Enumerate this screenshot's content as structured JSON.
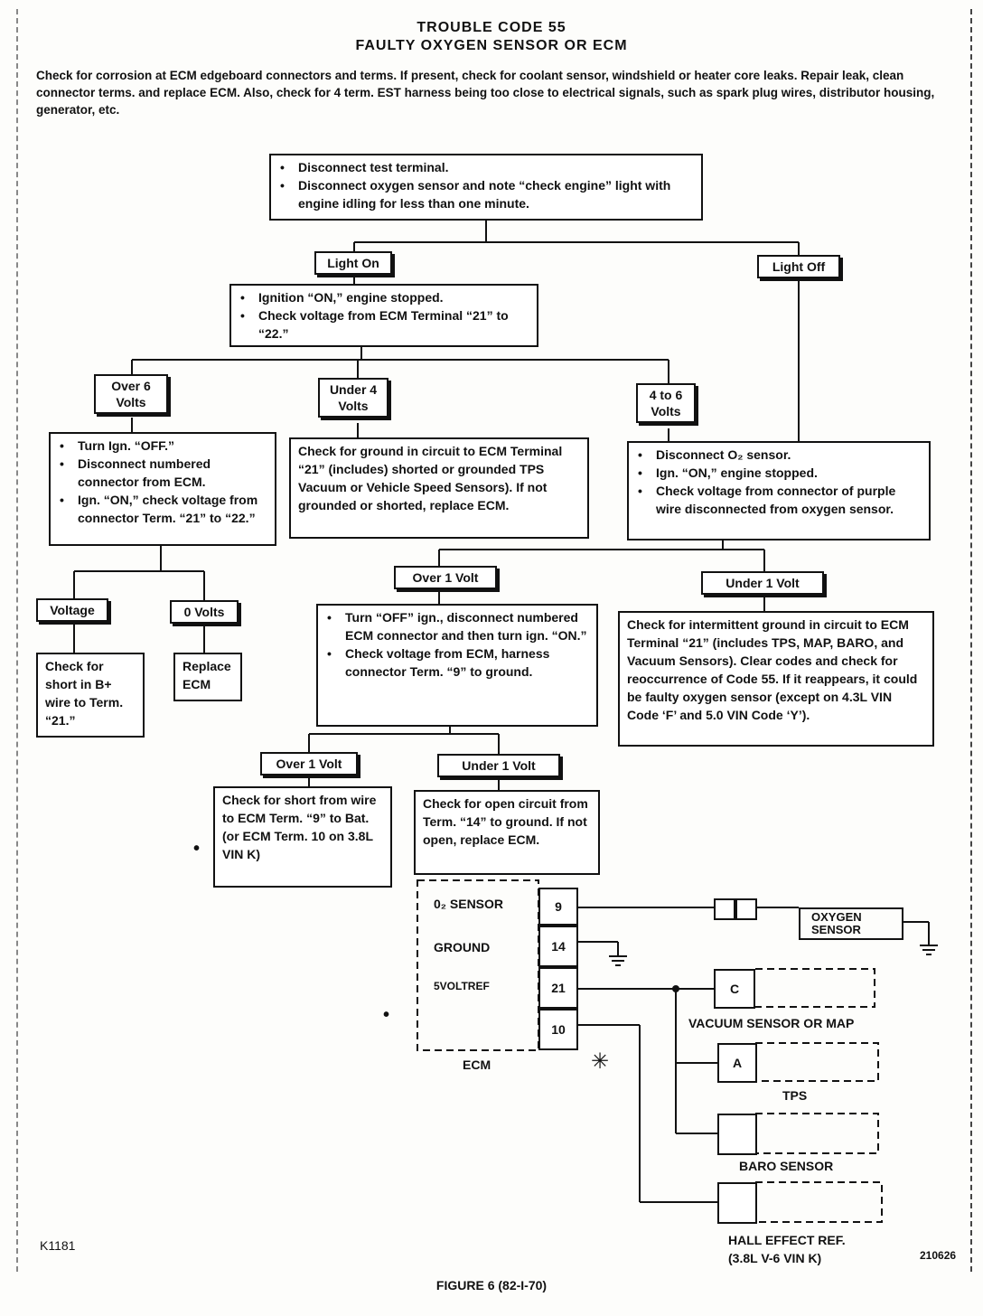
{
  "header": {
    "title_line1": "TROUBLE CODE 55",
    "title_line2": "FAULTY OXYGEN SENSOR OR ECM",
    "intro": "Check for corrosion at ECM edgeboard connectors and terms.  If present, check for coolant sensor, windshield or heater core leaks. Repair leak, clean connector terms. and replace ECM. Also, check for 4 term. EST harness being too close to electrical signals, such as spark plug wires, distributor housing, generator, etc."
  },
  "flow": {
    "start": {
      "items": [
        "Disconnect test terminal.",
        "Disconnect oxygen sensor and note “check engine” light with engine idling for less than one minute."
      ]
    },
    "light_on": "Light On",
    "light_off": "Light Off",
    "ign_check": {
      "items": [
        "Ignition “ON,” engine stopped.",
        "Check voltage from ECM Terminal “21” to “22.”"
      ]
    },
    "over6": "Over 6 Volts",
    "under4": "Under 4 Volts",
    "four_to_six": "4 to 6 Volts",
    "over6_box": {
      "items": [
        "Turn Ign. “OFF.”",
        "Disconnect numbered connector from ECM.",
        "Ign. “ON,” check voltage from connector Term. “21” to “22.”"
      ]
    },
    "under4_box": "Check for ground in circuit to ECM Terminal “21” (includes) shorted or grounded TPS Vacuum or Vehicle Speed Sensors). If not grounded or shorted, replace ECM.",
    "o2_box": {
      "items": [
        "Disconnect O₂ sensor.",
        "Ign. “ON,” engine stopped.",
        "Check voltage from connector of purple wire disconnected from oxygen sensor."
      ]
    },
    "voltage": "Voltage",
    "zero_volts": "0 Volts",
    "short_bplus": "Check for short in B+ wire to Term. “21.”",
    "replace_ecm": "Replace ECM",
    "over1_a": "Over 1 Volt",
    "under1_a": "Under 1 Volt",
    "term9_box": {
      "items": [
        "Turn “OFF” ign., disconnect numbered ECM connector and then turn ign. “ON.”",
        "Check voltage from ECM, harness connector Term. “9” to ground."
      ]
    },
    "intermittent_box": "Check for intermittent ground in circuit to ECM Terminal “21” (includes TPS, MAP, BARO, and Vacuum Sensors). Clear codes and check for reoccurrence of Code 55. If it reappears, it could be faulty oxygen sensor (except on 4.3L VIN Code ‘F’ and 5.0 VIN Code ‘Y’).",
    "over1_b": "Over 1 Volt",
    "under1_b": "Under 1 Volt",
    "short_bat": "Check for short from wire to ECM Term. “9” to Bat. (or ECM Term. 10 on 3.8L VIN K)",
    "open_circuit": "Check for open circuit from Term. “14” to ground. If not open, replace ECM."
  },
  "wiring": {
    "ecm_label": "ECM",
    "o2_sensor": "0₂ SENSOR",
    "ground": "GROUND",
    "volt_ref": "5VOLTREF",
    "pins": [
      "9",
      "14",
      "21",
      "10"
    ],
    "oxygen_sensor": "OXYGEN SENSOR",
    "vac_pin": "C",
    "vac_label": "VACUUM SENSOR OR MAP",
    "tps_pin": "A",
    "tps_label": "TPS",
    "baro_label": "BARO SENSOR",
    "hall_line1": "HALL EFFECT REF.",
    "hall_line2": "(3.8L V-6 VIN K)",
    "asterisk": "✳",
    "bullet": "•"
  },
  "footer": {
    "left_code": "K1181",
    "right_code": "210626",
    "caption": "FIGURE 6 (82-I-70)"
  }
}
